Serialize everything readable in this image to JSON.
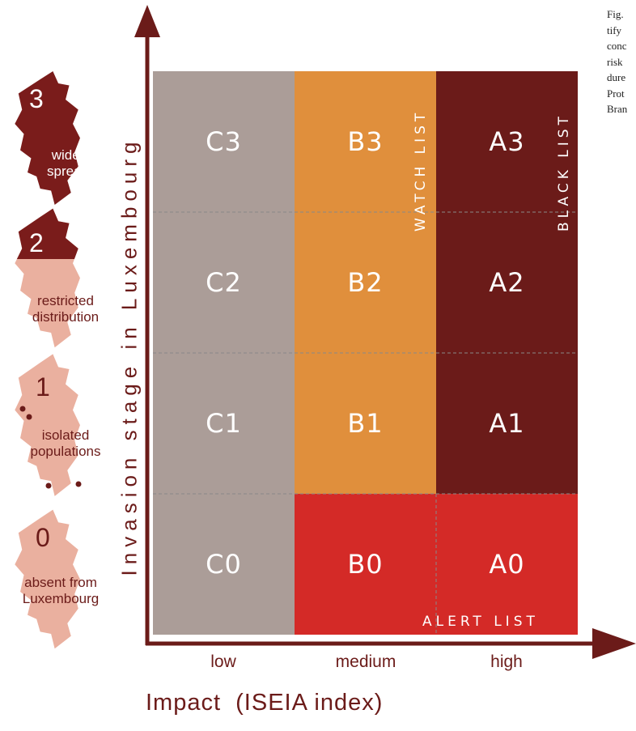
{
  "colors": {
    "low": "#ab9d98",
    "medium": "#e08f3c",
    "high": "#6b1b19",
    "alert": "#d42a27",
    "axis": "#6b1b19",
    "map_light": "#eab09f",
    "map_dark": "#7a1c1b"
  },
  "grid": {
    "columns": [
      "low",
      "medium",
      "high"
    ],
    "rows": [
      {
        "stage": "3",
        "cells": [
          "C3",
          "B3",
          "A3"
        ]
      },
      {
        "stage": "2",
        "cells": [
          "C2",
          "B2",
          "A2"
        ]
      },
      {
        "stage": "1",
        "cells": [
          "C1",
          "B1",
          "A1"
        ]
      },
      {
        "stage": "0",
        "cells": [
          "C0",
          "B0",
          "A0"
        ]
      }
    ]
  },
  "lists": {
    "watch": "WATCH LIST",
    "black": "BLACK LIST",
    "alert": "ALERT LIST"
  },
  "axes": {
    "y_label": "Invasion stage in Luxembourg",
    "x_ticks": [
      "low",
      "medium",
      "high"
    ],
    "x_title": "Impact  (ISEIA index)"
  },
  "stages": [
    {
      "number": "3",
      "label_lines": [
        "wide-",
        "spread"
      ],
      "map_icon": "luxembourg-map-full"
    },
    {
      "number": "2",
      "label_lines": [
        "restricted",
        "distribution"
      ],
      "map_icon": "luxembourg-map-partial"
    },
    {
      "number": "1",
      "label_lines": [
        "isolated",
        "populations"
      ],
      "map_icon": "luxembourg-map-dots"
    },
    {
      "number": "0",
      "label_lines": [
        "absent from",
        "Luxembourg"
      ],
      "map_icon": "luxembourg-map-empty"
    }
  ],
  "caption_lines": [
    "Fig.",
    "tify",
    "conc",
    "risk",
    "dure",
    "Prot",
    "Bran"
  ]
}
